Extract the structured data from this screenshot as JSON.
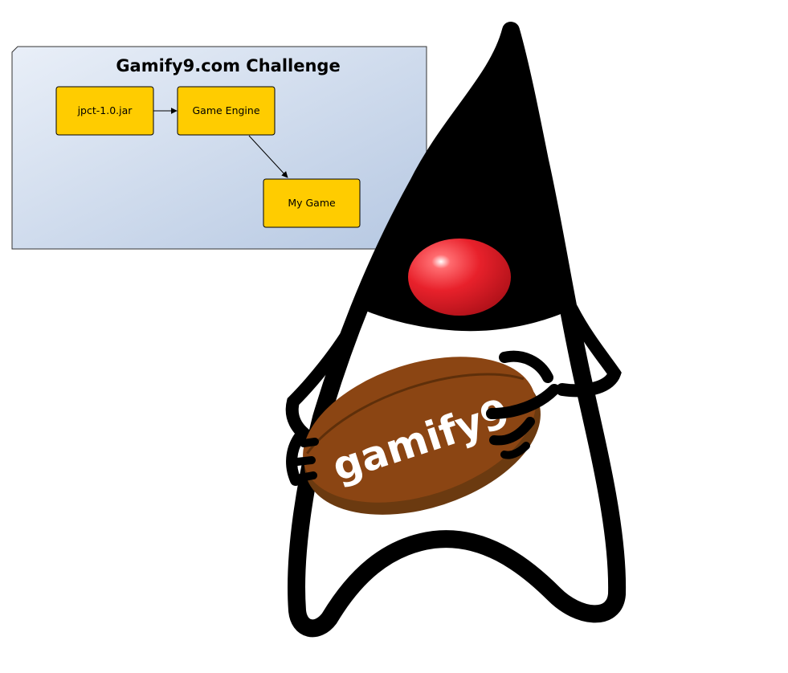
{
  "diagram": {
    "title": "Gamify9.com Challenge",
    "nodes": [
      {
        "id": "jar",
        "label": "jpct-1.0.jar"
      },
      {
        "id": "engine",
        "label": "Game Engine"
      },
      {
        "id": "game",
        "label": "My Game"
      }
    ],
    "edges": [
      {
        "from": "jar",
        "to": "engine"
      },
      {
        "from": "engine",
        "to": "game"
      }
    ],
    "colors": {
      "panel_start": "#e8eef8",
      "panel_end": "#b9cbe4",
      "node_fill": "#ffcc00",
      "node_border": "#000000"
    }
  },
  "mascot": {
    "name": "duke-mascot",
    "ball_text": "gamify9",
    "colors": {
      "body": "#000000",
      "nose": "#e8212b",
      "ball": "#8b4513",
      "ball_text": "#ffffff"
    }
  }
}
